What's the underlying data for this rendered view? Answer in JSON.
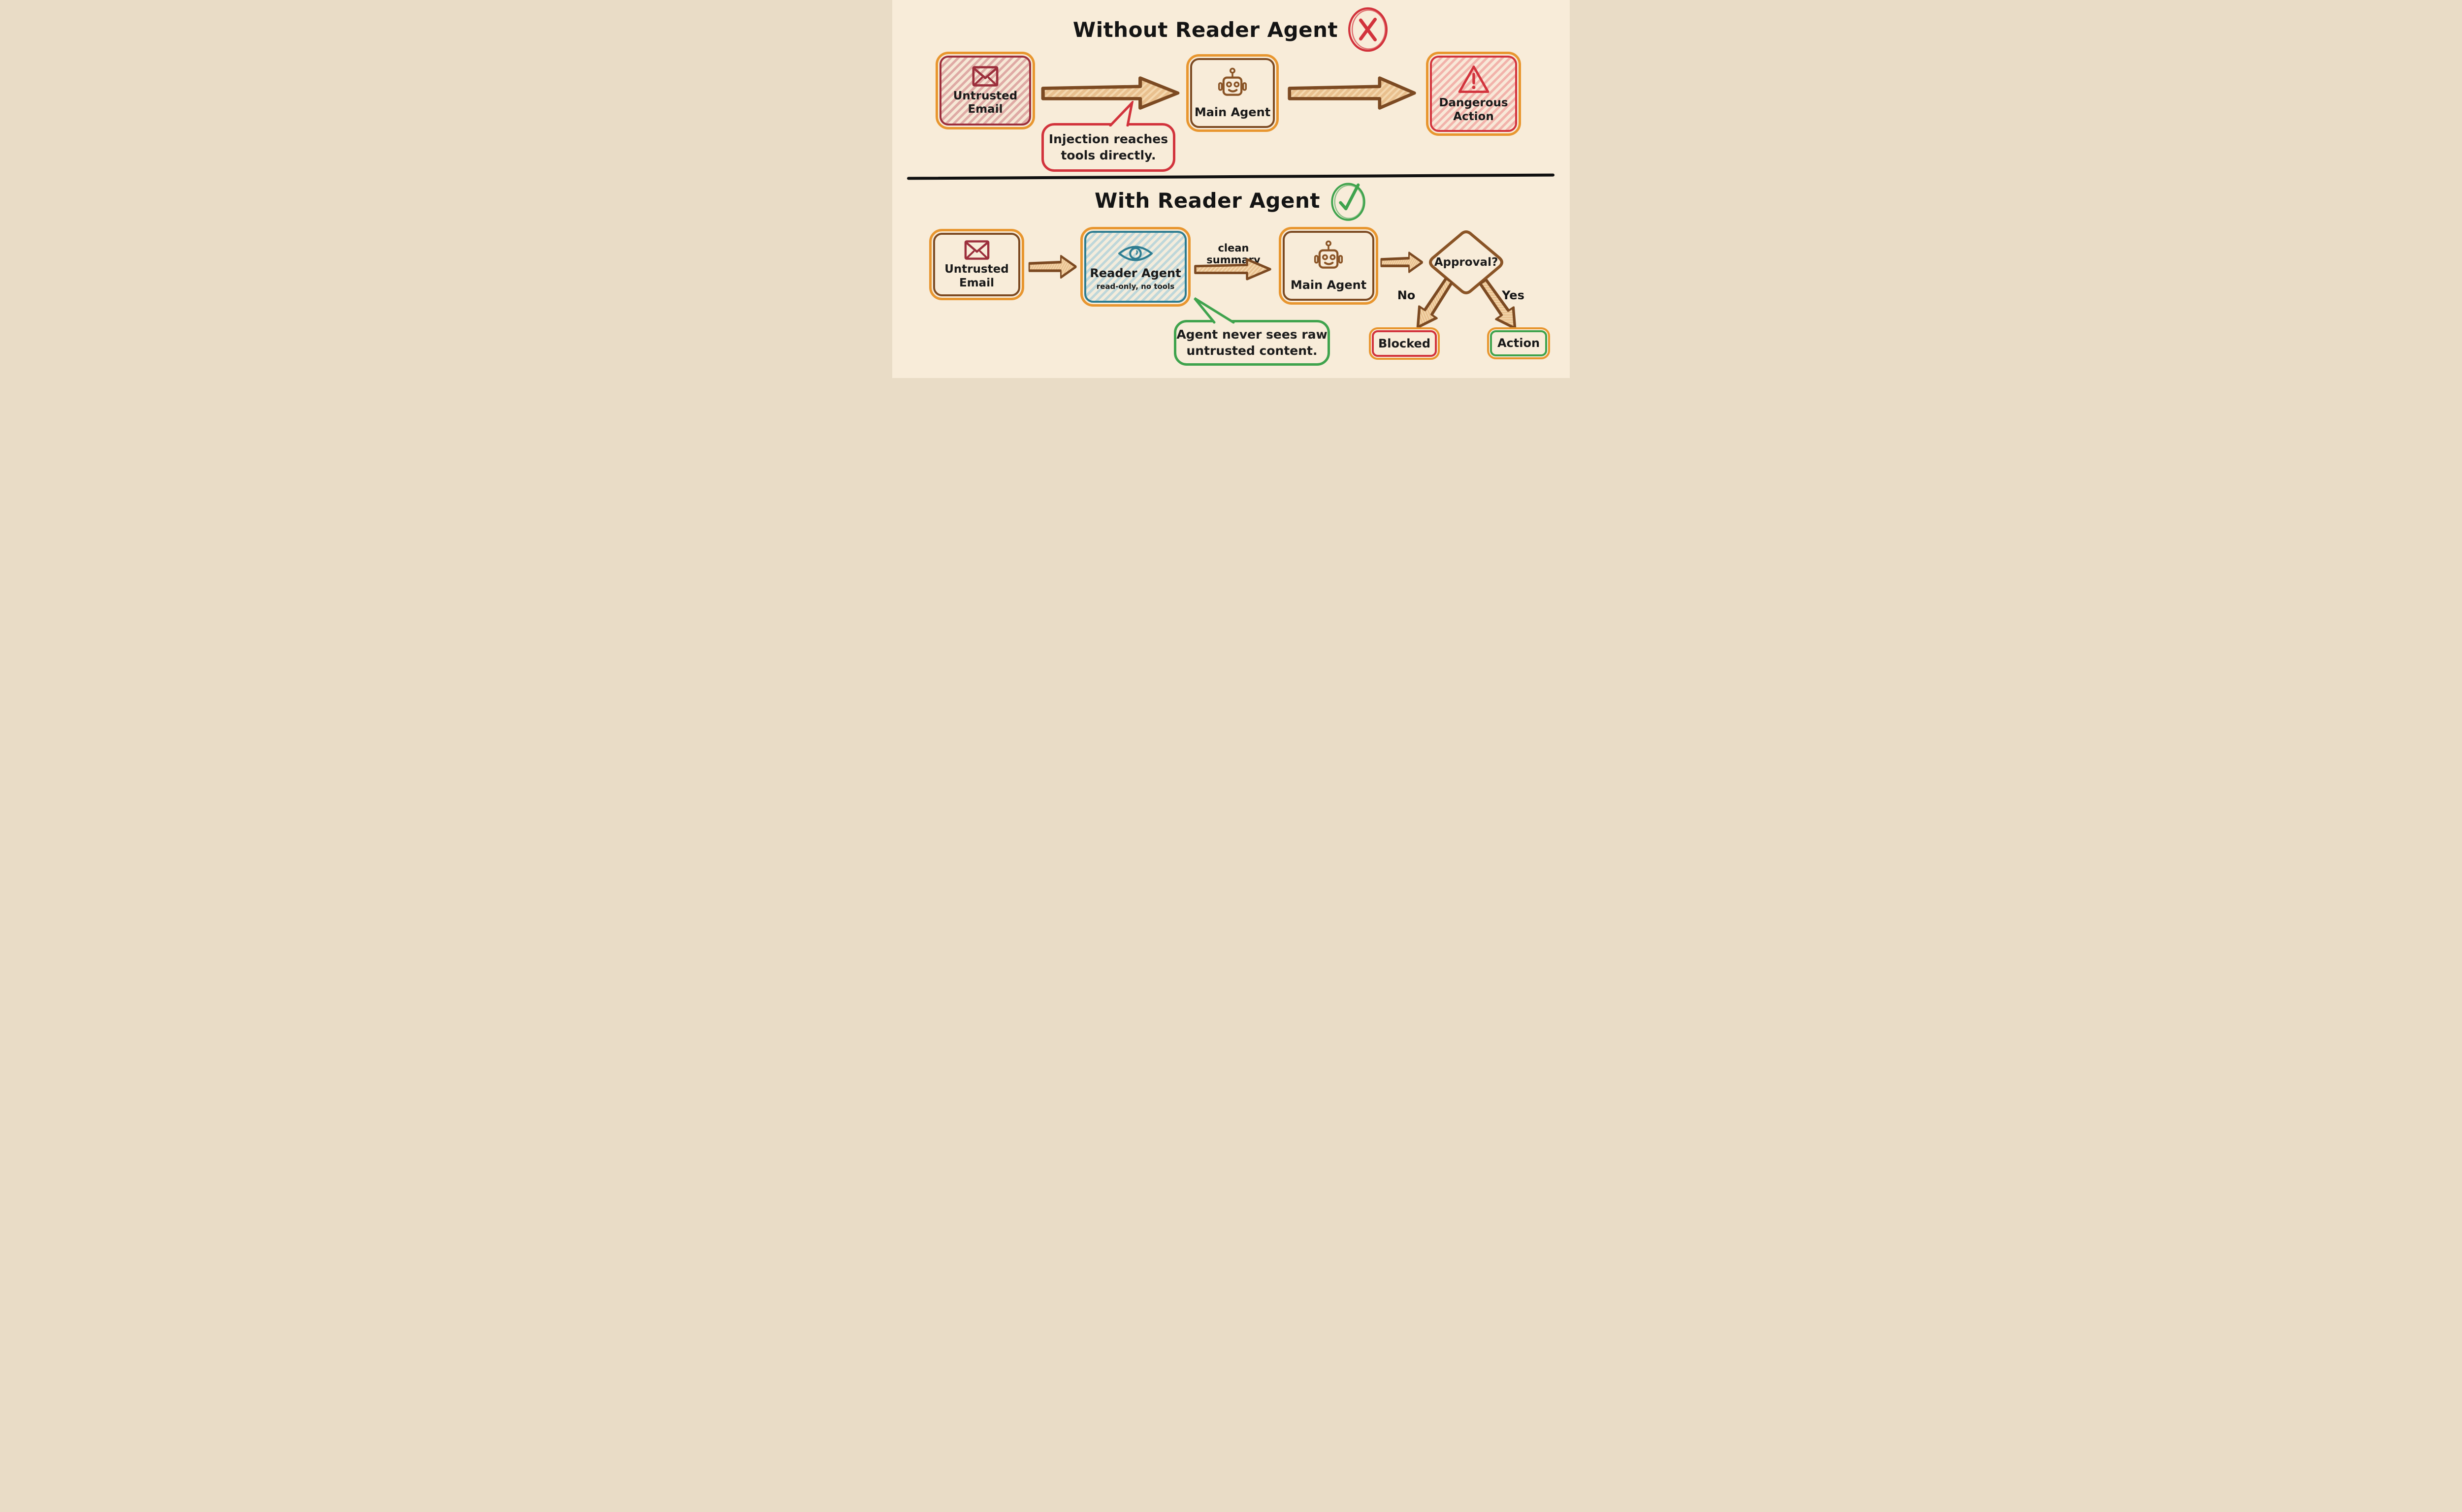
{
  "colors": {
    "background": "#f8ecd9",
    "ink": "#141414",
    "orange_border": "#e8962f",
    "brown": "#7c4a22",
    "maroon": "#9c2f3c",
    "red": "#d2333c",
    "teal": "#2e7d91",
    "green": "#3fa34d",
    "arrow_tan": "#e9c08e"
  },
  "sections": {
    "without": {
      "title": "Without Reader Agent",
      "status_icon": "x-circle",
      "untrusted_email": {
        "line1": "Untrusted",
        "line2": "Email",
        "icon": "envelope"
      },
      "main_agent": {
        "label": "Main Agent",
        "icon": "robot"
      },
      "dangerous_action": {
        "line1": "Dangerous",
        "line2": "Action",
        "icon": "warning-triangle"
      },
      "callout": {
        "line1": "Injection reaches",
        "line2": "tools directly."
      }
    },
    "with": {
      "title": "With Reader Agent",
      "status_icon": "check-circle",
      "untrusted_email": {
        "line1": "Untrusted",
        "line2": "Email",
        "icon": "envelope"
      },
      "reader_agent": {
        "label": "Reader Agent",
        "subtitle": "read-only, no tools",
        "icon": "eye"
      },
      "clean_summary_label": "clean summary",
      "main_agent": {
        "label": "Main Agent",
        "icon": "robot"
      },
      "approval": {
        "label": "Approval?"
      },
      "no_label": "No",
      "yes_label": "Yes",
      "blocked": {
        "label": "Blocked"
      },
      "action": {
        "label": "Action"
      },
      "callout": {
        "line1": "Agent never sees raw",
        "line2": "untrusted content."
      }
    }
  }
}
